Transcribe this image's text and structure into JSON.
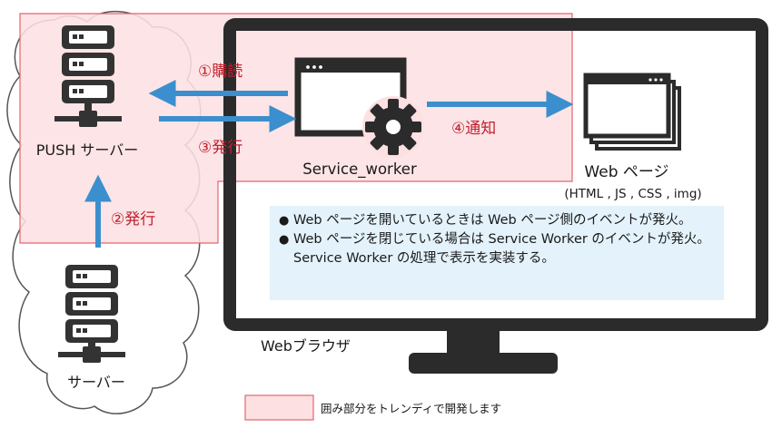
{
  "labels": {
    "push_server": "PUSH サーバー",
    "service_worker": "Service_worker",
    "web_page": "Web ページ",
    "web_page_sub": "(HTML , JS , CSS , img)",
    "browser": "Webブラウザ",
    "origin_server": "サーバー"
  },
  "arrows": {
    "subscribe": "①購読",
    "issue_to_push": "②発行",
    "issue_to_worker": "③発行",
    "notify": "④通知"
  },
  "info": {
    "items": [
      "Web ページを開いているときは Web ページ側のイベントが発火。",
      "Web ページを閉じている場合は Service Worker のイベントが発火。Service Worker の処理で表示を実装する。"
    ]
  },
  "legend": {
    "text": "囲み部分をトレンディで開発します"
  },
  "colors": {
    "highlight_fill": "#fde0e2",
    "highlight_stroke": "#e46470",
    "arrow": "#3b8fce",
    "arrow_label": "#c0212e",
    "icon": "#333333",
    "info_bg": "#e3f2fb"
  }
}
